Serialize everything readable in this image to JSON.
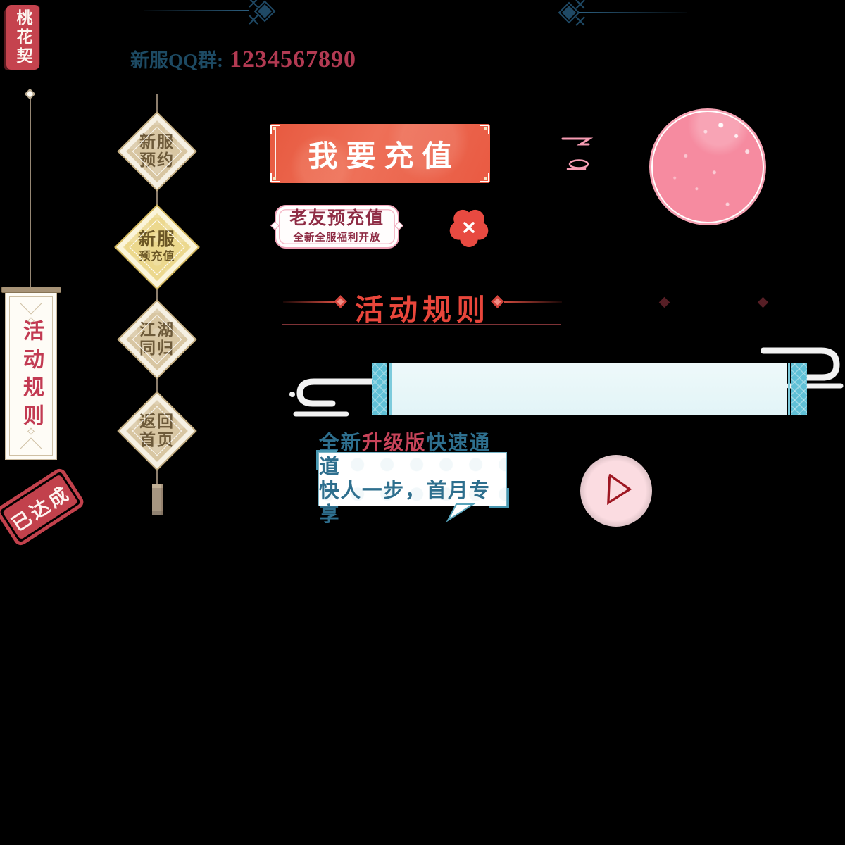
{
  "seal": {
    "text": "桃花契"
  },
  "header": {
    "qq_label": "新服QQ群:",
    "qq_number": "1234567890"
  },
  "nav": {
    "items": [
      {
        "line1": "新服",
        "line2": "预约"
      },
      {
        "line1": "新服",
        "line2": "预充值"
      },
      {
        "line1": "江湖",
        "line2": "同归"
      },
      {
        "line1": "返回",
        "line2": "首页"
      }
    ]
  },
  "side_banner": {
    "title": "活动规则"
  },
  "stamp": {
    "text": "已达成"
  },
  "main": {
    "recharge_label": "我要充值",
    "pill": {
      "title": "老友预充值",
      "subtitle": "全新全服福利开放"
    },
    "rules_title": "活动规则",
    "bubble": {
      "part1": "全新",
      "part2": "升级版",
      "part3": "快速通道",
      "line2": "快人一步，首月专享"
    }
  },
  "icons": {
    "header_ornament": "diamond-knot",
    "flower": "plum-blossom",
    "play": "play-triangle",
    "clouds": "cloud-swirl"
  },
  "colors": {
    "accent_red": "#e8463b",
    "navy": "#1d4a63",
    "crimson_number": "#b23a52",
    "maroon": "#8f2c45",
    "teal": "#5fc0d6",
    "pink_circle": "#f68ba0",
    "gold_active": "#ecd88d",
    "tan": "#d8c6a2",
    "stamp_red": "#c2414c"
  }
}
